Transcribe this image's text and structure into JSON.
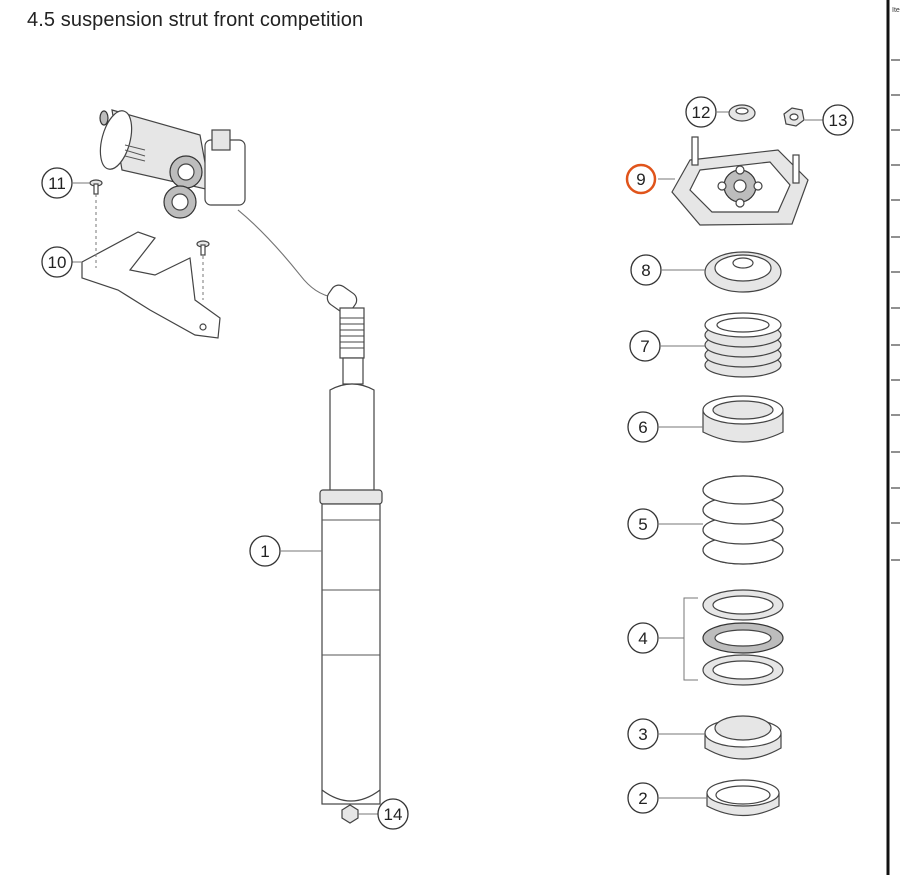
{
  "title": "4.5  suspension strut front competition",
  "callouts": {
    "c1": "1",
    "c2": "2",
    "c3": "3",
    "c4": "4",
    "c5": "5",
    "c6": "6",
    "c7": "7",
    "c8": "8",
    "c9": "9",
    "c10": "10",
    "c11": "11",
    "c12": "12",
    "c13": "13",
    "c14": "14"
  },
  "table_header": "Ite",
  "colors": {
    "highlight": "#e0541b",
    "line": "#444444"
  }
}
